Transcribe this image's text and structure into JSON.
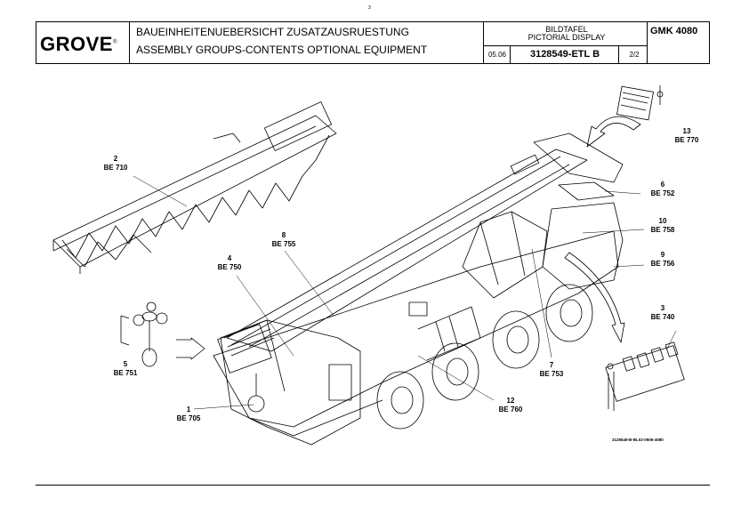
{
  "page_number": "3",
  "header": {
    "logo": "GROVE",
    "logo_mark": "®",
    "title_de": "BAUEINHEITENUEBERSICHT ZUSATZAUSRUESTUNG",
    "title_en": "ASSEMBLY GROUPS-CONTENTS OPTIONAL EQUIPMENT",
    "plate_de": "BILDTAFEL",
    "plate_en": "PICTORIAL DISPLAY",
    "date": "05.06",
    "document_number": "3128549-ETL B",
    "sheet": "2/2",
    "model": "GMK 4080"
  },
  "callouts": [
    {
      "id": "c1",
      "num": "1",
      "code": "BE 705"
    },
    {
      "id": "c2",
      "num": "2",
      "code": "BE 710"
    },
    {
      "id": "c3",
      "num": "3",
      "code": "BE 740"
    },
    {
      "id": "c4",
      "num": "4",
      "code": "BE 750"
    },
    {
      "id": "c5",
      "num": "5",
      "code": "BE 751"
    },
    {
      "id": "c6",
      "num": "6",
      "code": "BE 752"
    },
    {
      "id": "c7",
      "num": "7",
      "code": "BE 753"
    },
    {
      "id": "c8",
      "num": "8",
      "code": "BE 755"
    },
    {
      "id": "c9",
      "num": "9",
      "code": "BE 756"
    },
    {
      "id": "c10",
      "num": "10",
      "code": "BE 758"
    },
    {
      "id": "c12",
      "num": "12",
      "code": "BE 760"
    },
    {
      "id": "c13",
      "num": "13",
      "code": "BE 770"
    }
  ],
  "drawing_reference": "3128549-B-BL02-0506-4080"
}
